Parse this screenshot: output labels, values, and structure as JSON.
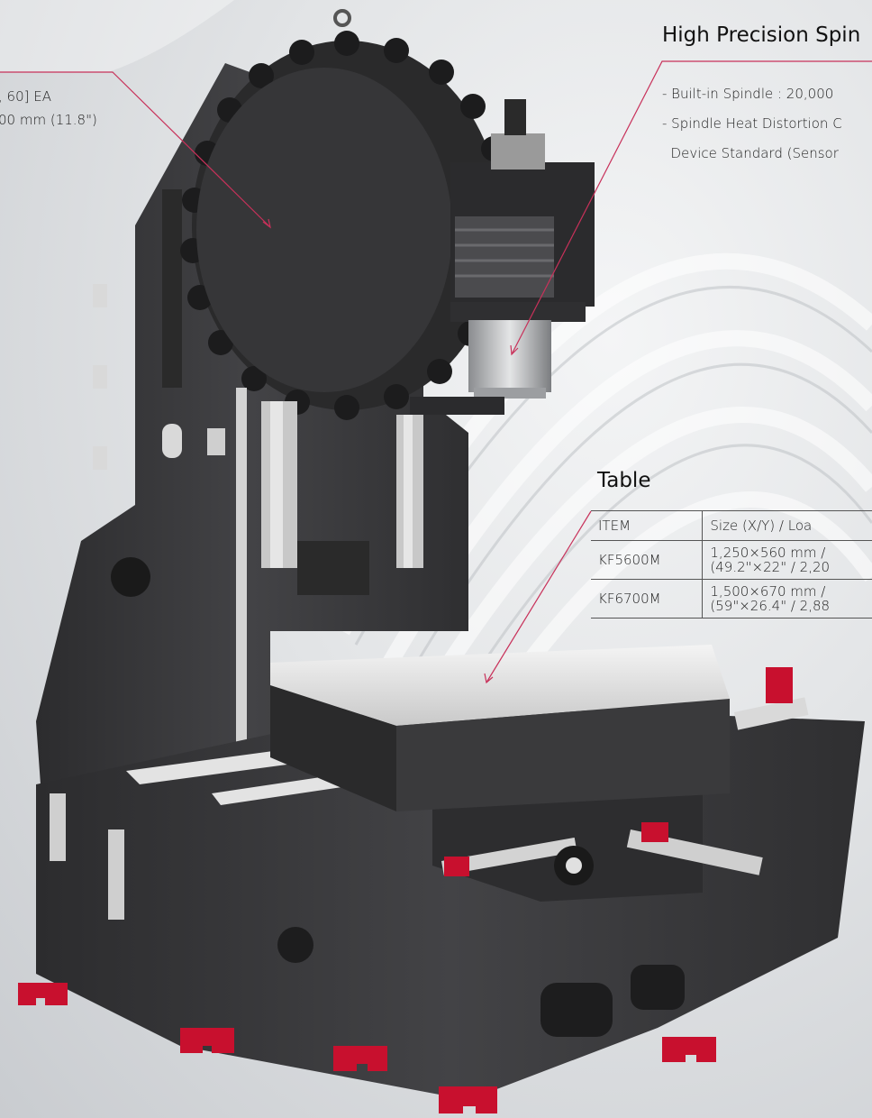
{
  "tool_magazine": {
    "lines": [
      ", 60] EA",
      "00 mm (11.8\")"
    ]
  },
  "spindle": {
    "title": "High Precision Spin",
    "lines": [
      "- Built-in Spindle : 20,000",
      "- Spindle Heat Distortion C",
      "  Device Standard (Sensor"
    ]
  },
  "table_section": {
    "title": "Table",
    "headers": [
      "ITEM",
      "Size (X/Y) / Loa"
    ],
    "rows": [
      {
        "item": "KF5600M",
        "line1": "1,250×560 mm /",
        "line2": "(49.2\"×22\" / 2,20"
      },
      {
        "item": "KF6700M",
        "line1": "1,500×670 mm /",
        "line2": "(59\"×26.4\" / 2,88"
      }
    ]
  },
  "colors": {
    "accent": "#c8315a",
    "machine_body": "#3a3a3c",
    "feet": "#c8102e"
  }
}
